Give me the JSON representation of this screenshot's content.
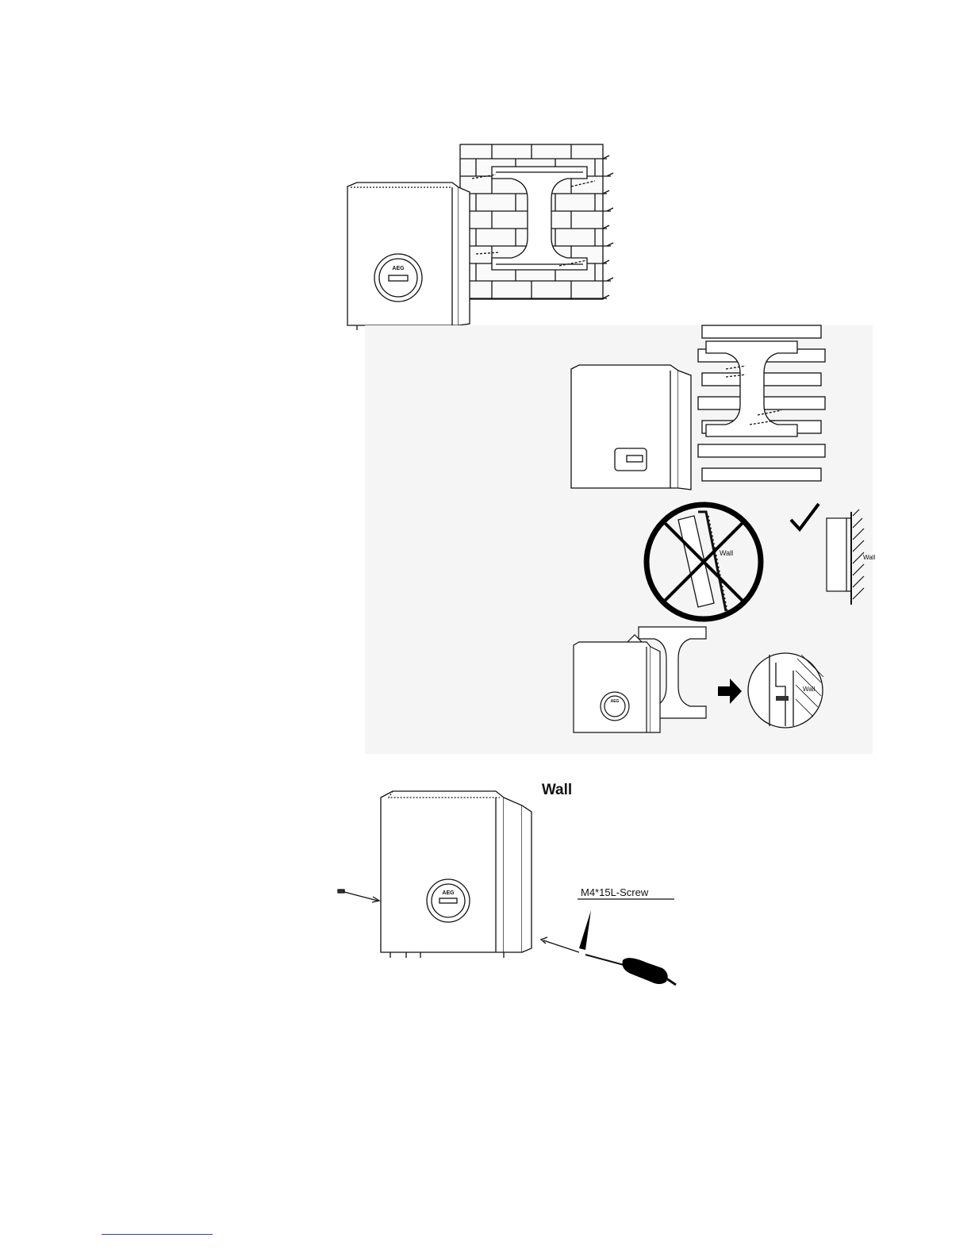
{
  "figures": {
    "wall_mount_brick": {
      "logo": "AEG"
    },
    "wall_mount_wood": {},
    "orientation_check": {
      "wrong_wall_label": "Wall",
      "right_wall_label": "Wall"
    },
    "hang_on_bracket": {
      "logo": "AEG",
      "detail_wall_label": "Wall"
    },
    "screw_fixing": {
      "title": "Wall",
      "logo": "AEG",
      "screw_label": "M4*15L-Screw"
    }
  },
  "colors": {
    "line": "#111111",
    "panel_bg": "#f4f4f4",
    "link": "#2a3fd0"
  }
}
